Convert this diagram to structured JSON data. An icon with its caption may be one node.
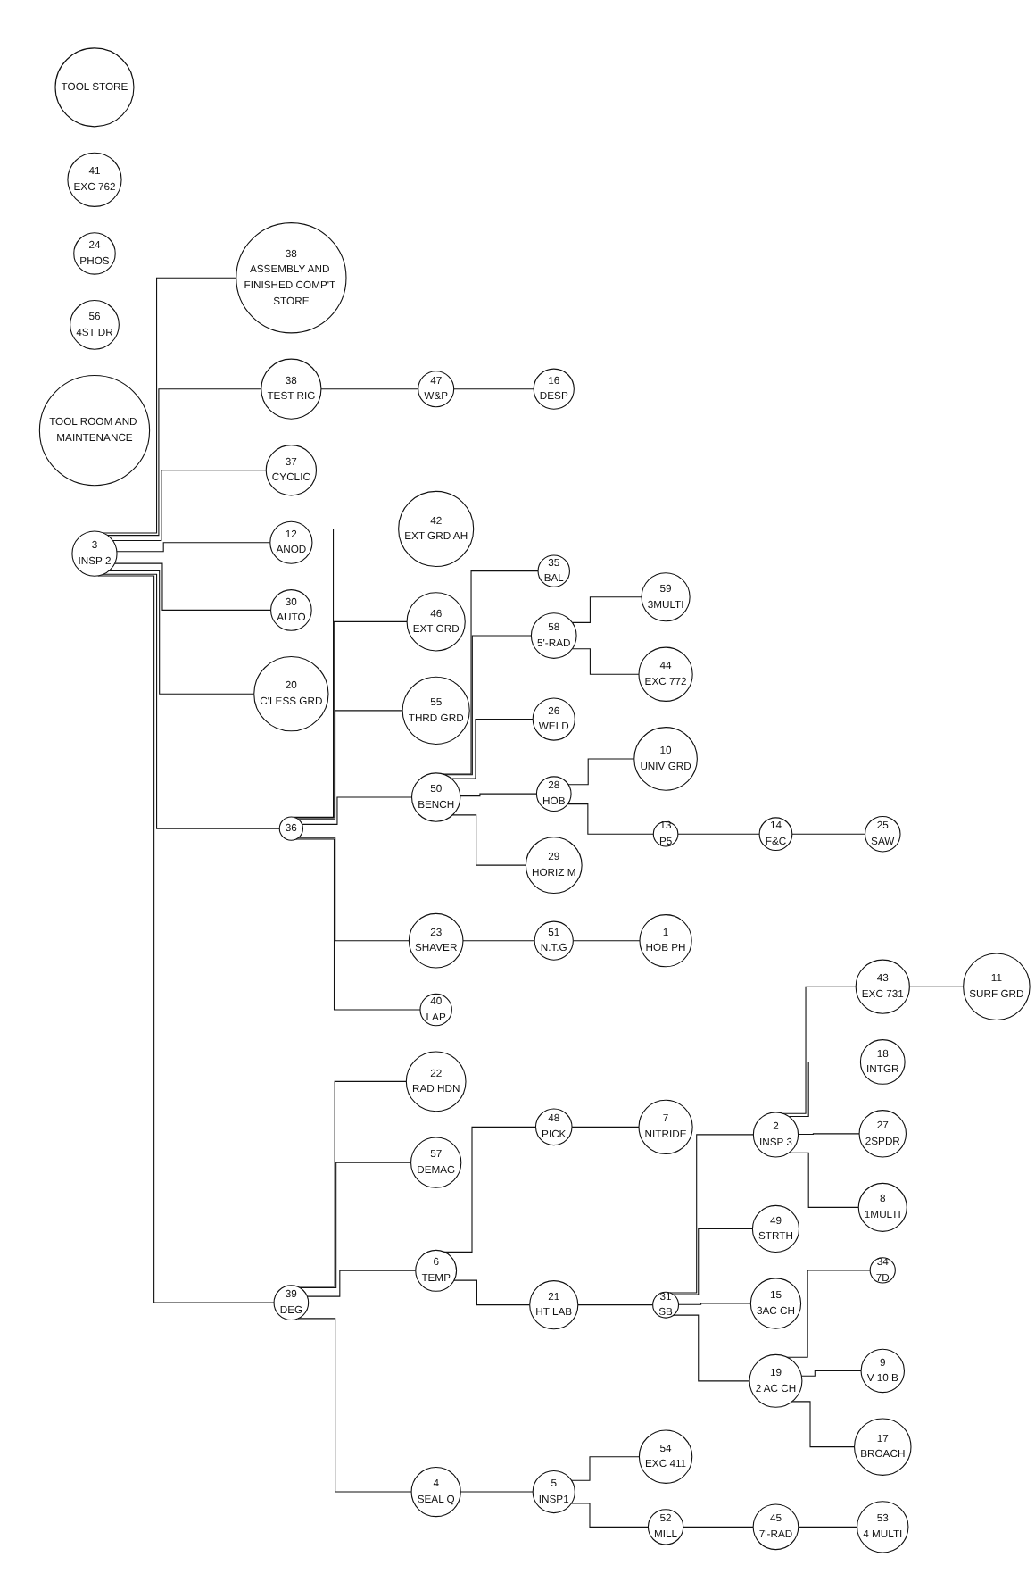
{
  "diagram": {
    "nodes": [
      {
        "text": [
          "TOOL STORE"
        ]
      },
      {
        "text": [
          "38",
          "ASSEMBLY AND FINISHED COMP'T STORE"
        ]
      },
      {
        "text": [
          "16",
          "DESP"
        ]
      },
      {
        "text": [
          "38",
          "TEST RIG"
        ]
      },
      {
        "text": [
          "47",
          "W&P"
        ]
      },
      {
        "text": [
          "59",
          "3MULTI"
        ]
      },
      {
        "text": [
          "42",
          "EXT GRD AH"
        ]
      },
      {
        "text": [
          "30",
          "AUTO"
        ]
      },
      {
        "text": [
          "58",
          "5'-RAD"
        ]
      },
      {
        "text": [
          "46",
          "EXT GRD"
        ]
      },
      {
        "text": [
          "20",
          "C'LESS GRD"
        ]
      },
      {
        "text": [
          "37",
          "CYCLIC"
        ]
      },
      {
        "text": [
          "22",
          "RAD HDN"
        ]
      },
      {
        "text": [
          "3",
          "INSP 2"
        ]
      },
      {
        "text": [
          "55",
          "THRD GRD"
        ]
      },
      {
        "text": [
          "12",
          "ANOD"
        ]
      },
      {
        "text": [
          "57",
          "DEMAG"
        ]
      },
      {
        "text": [
          "44",
          "EXC 772"
        ]
      },
      {
        "text": [
          "41",
          "EXC 762"
        ]
      },
      {
        "text": [
          "36"
        ]
      },
      {
        "text": [
          "24",
          "PHOS"
        ]
      },
      {
        "text": [
          "48",
          "PICK"
        ]
      },
      {
        "text": [
          "6",
          "TEMP"
        ]
      },
      {
        "text": [
          "39",
          "DEG"
        ]
      },
      {
        "text": [
          "7",
          "NITRIDE"
        ]
      },
      {
        "text": [
          "35",
          "BAL"
        ]
      },
      {
        "text": [
          "40",
          "LAP"
        ]
      },
      {
        "text": [
          "31",
          "SB"
        ]
      },
      {
        "text": [
          "21",
          "HT LAB"
        ]
      },
      {
        "text": [
          "50",
          "BENCH"
        ]
      },
      {
        "text": [
          "10",
          "UNIV GRD"
        ]
      },
      {
        "text": [
          "4",
          "SEAL Q"
        ]
      },
      {
        "text": [
          "26",
          "WELD"
        ]
      },
      {
        "text": [
          "23",
          "SHAVER"
        ]
      },
      {
        "text": [
          "49",
          "STRTH"
        ]
      },
      {
        "text": [
          "2",
          "INSP 3"
        ]
      },
      {
        "text": [
          "28",
          "HOB"
        ]
      },
      {
        "text": [
          "29",
          "HORIZ M"
        ]
      },
      {
        "text": [
          "51",
          "N.T.G"
        ]
      },
      {
        "text": [
          "15",
          "3AC CH"
        ]
      },
      {
        "text": [
          "43",
          "EXC 731"
        ]
      },
      {
        "text": [
          "11",
          "SURF GRD"
        ]
      },
      {
        "text": [
          "5",
          "INSP1"
        ]
      },
      {
        "text": [
          "54",
          "EXC 411"
        ]
      },
      {
        "text": [
          "18",
          "INTGR"
        ]
      },
      {
        "text": [
          "14",
          "F&C"
        ]
      },
      {
        "text": [
          "13",
          "P5"
        ]
      },
      {
        "text": [
          "1",
          "HOB PH"
        ]
      },
      {
        "text": [
          "27",
          "2SPDR"
        ]
      },
      {
        "text": [
          "25",
          "SAW"
        ]
      },
      {
        "text": [
          "56",
          "4ST DR"
        ]
      },
      {
        "text": [
          "34",
          "7D"
        ]
      },
      {
        "text": [
          "19",
          "2 AC CH"
        ]
      },
      {
        "text": [
          "8",
          "1MULTI"
        ]
      },
      {
        "text": [
          "52",
          "MILL"
        ]
      },
      {
        "text": [
          "TOOL ROOM AND MAINTENANCE"
        ]
      },
      {
        "text": [
          "9",
          "V 10 B"
        ]
      },
      {
        "text": [
          "17",
          "BROACH"
        ]
      },
      {
        "text": [
          "53",
          "4 MULTI"
        ]
      },
      {
        "text": [
          "45",
          "7'-RAD"
        ]
      }
    ],
    "edges": [
      {
        "from": 13,
        "to": 1,
        "arrow": "none"
      },
      {
        "from": 13,
        "to": 3,
        "arrow": "none"
      },
      {
        "from": 3,
        "to": 4,
        "arrow": "none"
      },
      {
        "from": 4,
        "to": 2,
        "arrow": "none"
      },
      {
        "from": 13,
        "to": 11,
        "arrow": "none"
      },
      {
        "from": 13,
        "to": 15,
        "arrow": "none"
      },
      {
        "from": 13,
        "to": 7,
        "arrow": "none"
      },
      {
        "from": 13,
        "to": 10,
        "arrow": "none"
      },
      {
        "from": 13,
        "to": 19,
        "arrow": "none"
      },
      {
        "from": 13,
        "to": 23,
        "arrow": "none"
      },
      {
        "from": 19,
        "to": 6,
        "arrow": "none"
      },
      {
        "from": 19,
        "to": 9,
        "arrow": "none"
      },
      {
        "from": 19,
        "to": 14,
        "arrow": "none"
      },
      {
        "from": 19,
        "to": 29,
        "arrow": "none"
      },
      {
        "from": 19,
        "to": 33,
        "arrow": "none"
      },
      {
        "from": 19,
        "to": 26,
        "arrow": "none"
      },
      {
        "from": 29,
        "to": 25,
        "arrow": "none"
      },
      {
        "from": 29,
        "to": 8,
        "arrow": "none"
      },
      {
        "from": 29,
        "to": 32,
        "arrow": "none"
      },
      {
        "from": 29,
        "to": 36,
        "arrow": "none"
      },
      {
        "from": 29,
        "to": 37,
        "arrow": "none"
      },
      {
        "from": 8,
        "to": 5,
        "arrow": "none"
      },
      {
        "from": 8,
        "to": 17,
        "arrow": "none"
      },
      {
        "from": 36,
        "to": 30,
        "arrow": "none"
      },
      {
        "from": 36,
        "to": 46,
        "arrow": "none"
      },
      {
        "from": 46,
        "to": 45,
        "arrow": "none"
      },
      {
        "from": 45,
        "to": 49,
        "arrow": "none"
      },
      {
        "from": 33,
        "to": 38,
        "arrow": "none"
      },
      {
        "from": 38,
        "to": 47,
        "arrow": "none"
      },
      {
        "from": 23,
        "to": 12,
        "arrow": "none"
      },
      {
        "from": 23,
        "to": 16,
        "arrow": "none"
      },
      {
        "from": 23,
        "to": 22,
        "arrow": "none"
      },
      {
        "from": 23,
        "to": 31,
        "arrow": "none"
      },
      {
        "from": 22,
        "to": 21,
        "arrow": "none"
      },
      {
        "from": 22,
        "to": 28,
        "arrow": "none"
      },
      {
        "from": 21,
        "to": 24,
        "arrow": "none"
      },
      {
        "from": 28,
        "to": 27,
        "arrow": "none"
      },
      {
        "from": 27,
        "to": 35,
        "arrow": "none"
      },
      {
        "from": 27,
        "to": 34,
        "arrow": "none"
      },
      {
        "from": 27,
        "to": 39,
        "arrow": "none"
      },
      {
        "from": 27,
        "to": 52,
        "arrow": "none"
      },
      {
        "from": 35,
        "to": 40,
        "arrow": "none"
      },
      {
        "from": 35,
        "to": 44,
        "arrow": "none"
      },
      {
        "from": 35,
        "to": 48,
        "arrow": "none"
      },
      {
        "from": 35,
        "to": 53,
        "arrow": "none"
      },
      {
        "from": 40,
        "to": 41,
        "arrow": "none"
      },
      {
        "from": 31,
        "to": 42,
        "arrow": "none"
      },
      {
        "from": 42,
        "to": 43,
        "arrow": "none"
      },
      {
        "from": 42,
        "to": 54,
        "arrow": "none"
      },
      {
        "from": 54,
        "to": 59,
        "arrow": "none"
      },
      {
        "from": 59,
        "to": 58,
        "arrow": "none"
      },
      {
        "from": 52,
        "to": 51,
        "arrow": "none"
      },
      {
        "from": 52,
        "to": 56,
        "arrow": "none"
      },
      {
        "from": 52,
        "to": 57,
        "arrow": "none"
      }
    ]
  }
}
